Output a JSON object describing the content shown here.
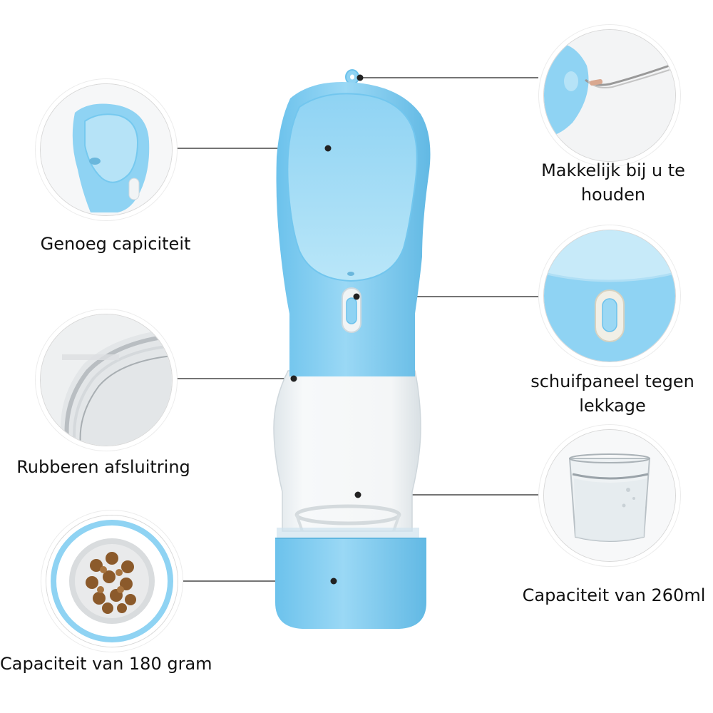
{
  "colors": {
    "bottle_blue": "#82cdf0",
    "bottle_blue_light": "#b6e3f7",
    "bottle_blue_dark": "#5fb6e0",
    "connector_line": "#222222"
  },
  "callouts": {
    "scoop": {
      "label": "Genoeg capiciteit"
    },
    "lanyard": {
      "label_line1": "Makkelijk bij u te",
      "label_line2": "houden"
    },
    "seal": {
      "label": "Rubberen afsluitring"
    },
    "slider": {
      "label_line1": "schuifpaneel tegen",
      "label_line2": "lekkage"
    },
    "food": {
      "label": "Capaciteit van 180 gram"
    },
    "water": {
      "label": "Capaciteit van 260ml"
    }
  }
}
